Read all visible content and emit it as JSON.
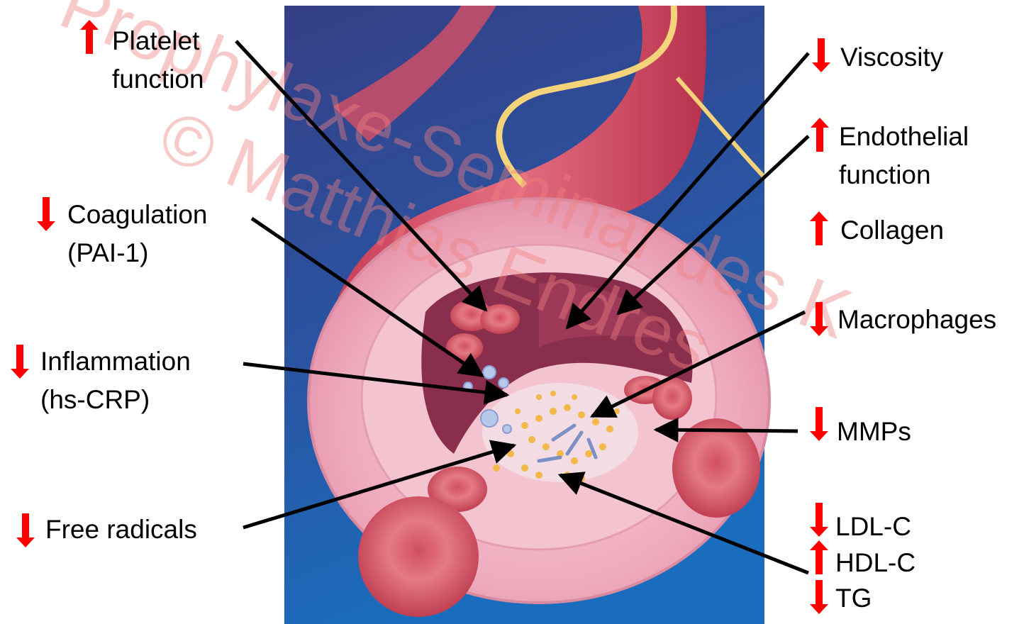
{
  "labels": {
    "platelet": [
      "Platelet",
      "function"
    ],
    "coagulation": [
      "Coagulation",
      "(PAI-1)"
    ],
    "inflammation": [
      "Inflammation",
      "(hs-CRP)"
    ],
    "free_radicals": "Free radicals",
    "viscosity": "Viscosity",
    "endothelial": [
      "Endothelial",
      "function"
    ],
    "collagen": "Collagen",
    "macrophages": "Macrophages",
    "mmps": "MMPs",
    "ldl": "LDL-C",
    "hdl": "HDL-C",
    "tg": "TG"
  },
  "indicators": {
    "platelet": "up",
    "coagulation": "down",
    "inflammation": "down",
    "free_radicals": "down",
    "viscosity": "down",
    "endothelial": "up",
    "collagen": "up",
    "macrophages": "down",
    "mmps": "down",
    "ldl": "down",
    "hdl": "up",
    "tg": "down"
  },
  "watermark": [
    "Prophylaxe-Seminar des K",
    "© Matthias Endres"
  ],
  "colors": {
    "indicator": "#ff0000",
    "watermark": "#f08080",
    "background_top": "#3c4a8c",
    "background_bottom": "#1c68b8",
    "vessel": "#d9546a",
    "plaque": "#f2b84a"
  }
}
